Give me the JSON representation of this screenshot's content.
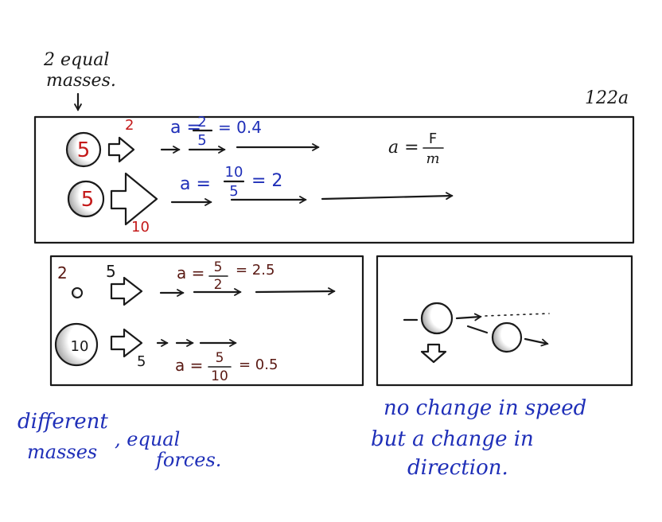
{
  "top_note": {
    "line1": "2 equal",
    "line2": "masses."
  },
  "page_number": "122a",
  "panel_top": {
    "row1": {
      "mass": "5",
      "force": "2",
      "eq_prefix": "a =",
      "eq_num": "2",
      "eq_den": "5",
      "eq_result": "= 0.4"
    },
    "row2": {
      "mass": "5",
      "force": "10",
      "eq_prefix": "a =",
      "eq_num": "10",
      "eq_den": "5",
      "eq_result": "= 2"
    },
    "formula": {
      "prefix": "a =",
      "num": "F",
      "den": "m"
    }
  },
  "panel_left": {
    "row1": {
      "mass": "2",
      "force": "5",
      "eq_prefix": "a =",
      "eq_num": "5",
      "eq_den": "2",
      "eq_result": "= 2.5"
    },
    "row2": {
      "mass": "10",
      "force": "5",
      "eq_prefix": "a =",
      "eq_num": "5",
      "eq_den": "10",
      "eq_result": "= 0.5"
    }
  },
  "caption_left": {
    "line1": "different",
    "line2": "masses",
    "line3": ", equal",
    "line4": "forces."
  },
  "caption_right": {
    "line1": "no change in speed",
    "line2": "but a change in",
    "line3": "direction."
  },
  "colors": {
    "blue_ink": "#1f2fb8",
    "red_ink": "#c41a1a",
    "black_ink": "#1a1a1a",
    "brown_ink": "#5a1a14"
  }
}
